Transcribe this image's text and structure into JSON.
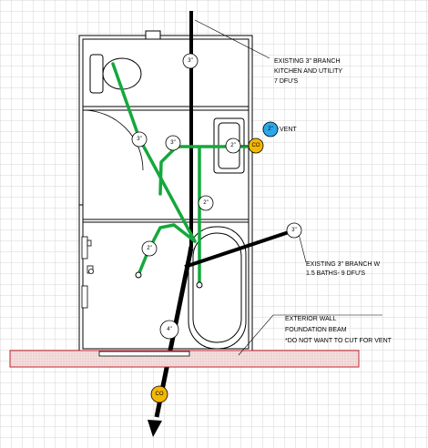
{
  "notes": {
    "kitchen_branch": [
      "EXISTING 3\" BRANCH",
      "KITCHEN AND UTILITY",
      "7 DFU'S"
    ],
    "vent": "VENT",
    "bath_branch": [
      "EXISTING 3\" BRANCH W",
      "1.5 BATHS- 9 DFU'S"
    ],
    "exterior": [
      "EXTERIOR WALL",
      "FOUNDATION BEAM",
      "*DO NOT WANT TO CUT FOR VENT"
    ]
  },
  "tags": {
    "top_stack": "3\"",
    "toilet_branch": "3\"",
    "vanity_wye": "3\"",
    "vanity_drain": "2\"",
    "vent_stack": "2\"",
    "tub_drain": "2\"",
    "shower_drain": "2\"",
    "bath_branch": "3\"",
    "main": "4\"",
    "cleanout_top": "CO",
    "cleanout_bottom": "CO"
  },
  "colors": {
    "drain": "#000000",
    "new_pipe": "#14a83c",
    "vent_circle": "#2aa8e8",
    "cleanout": "#f5b800",
    "foundation": "#c0202a",
    "grid": "#d6d6d6"
  }
}
